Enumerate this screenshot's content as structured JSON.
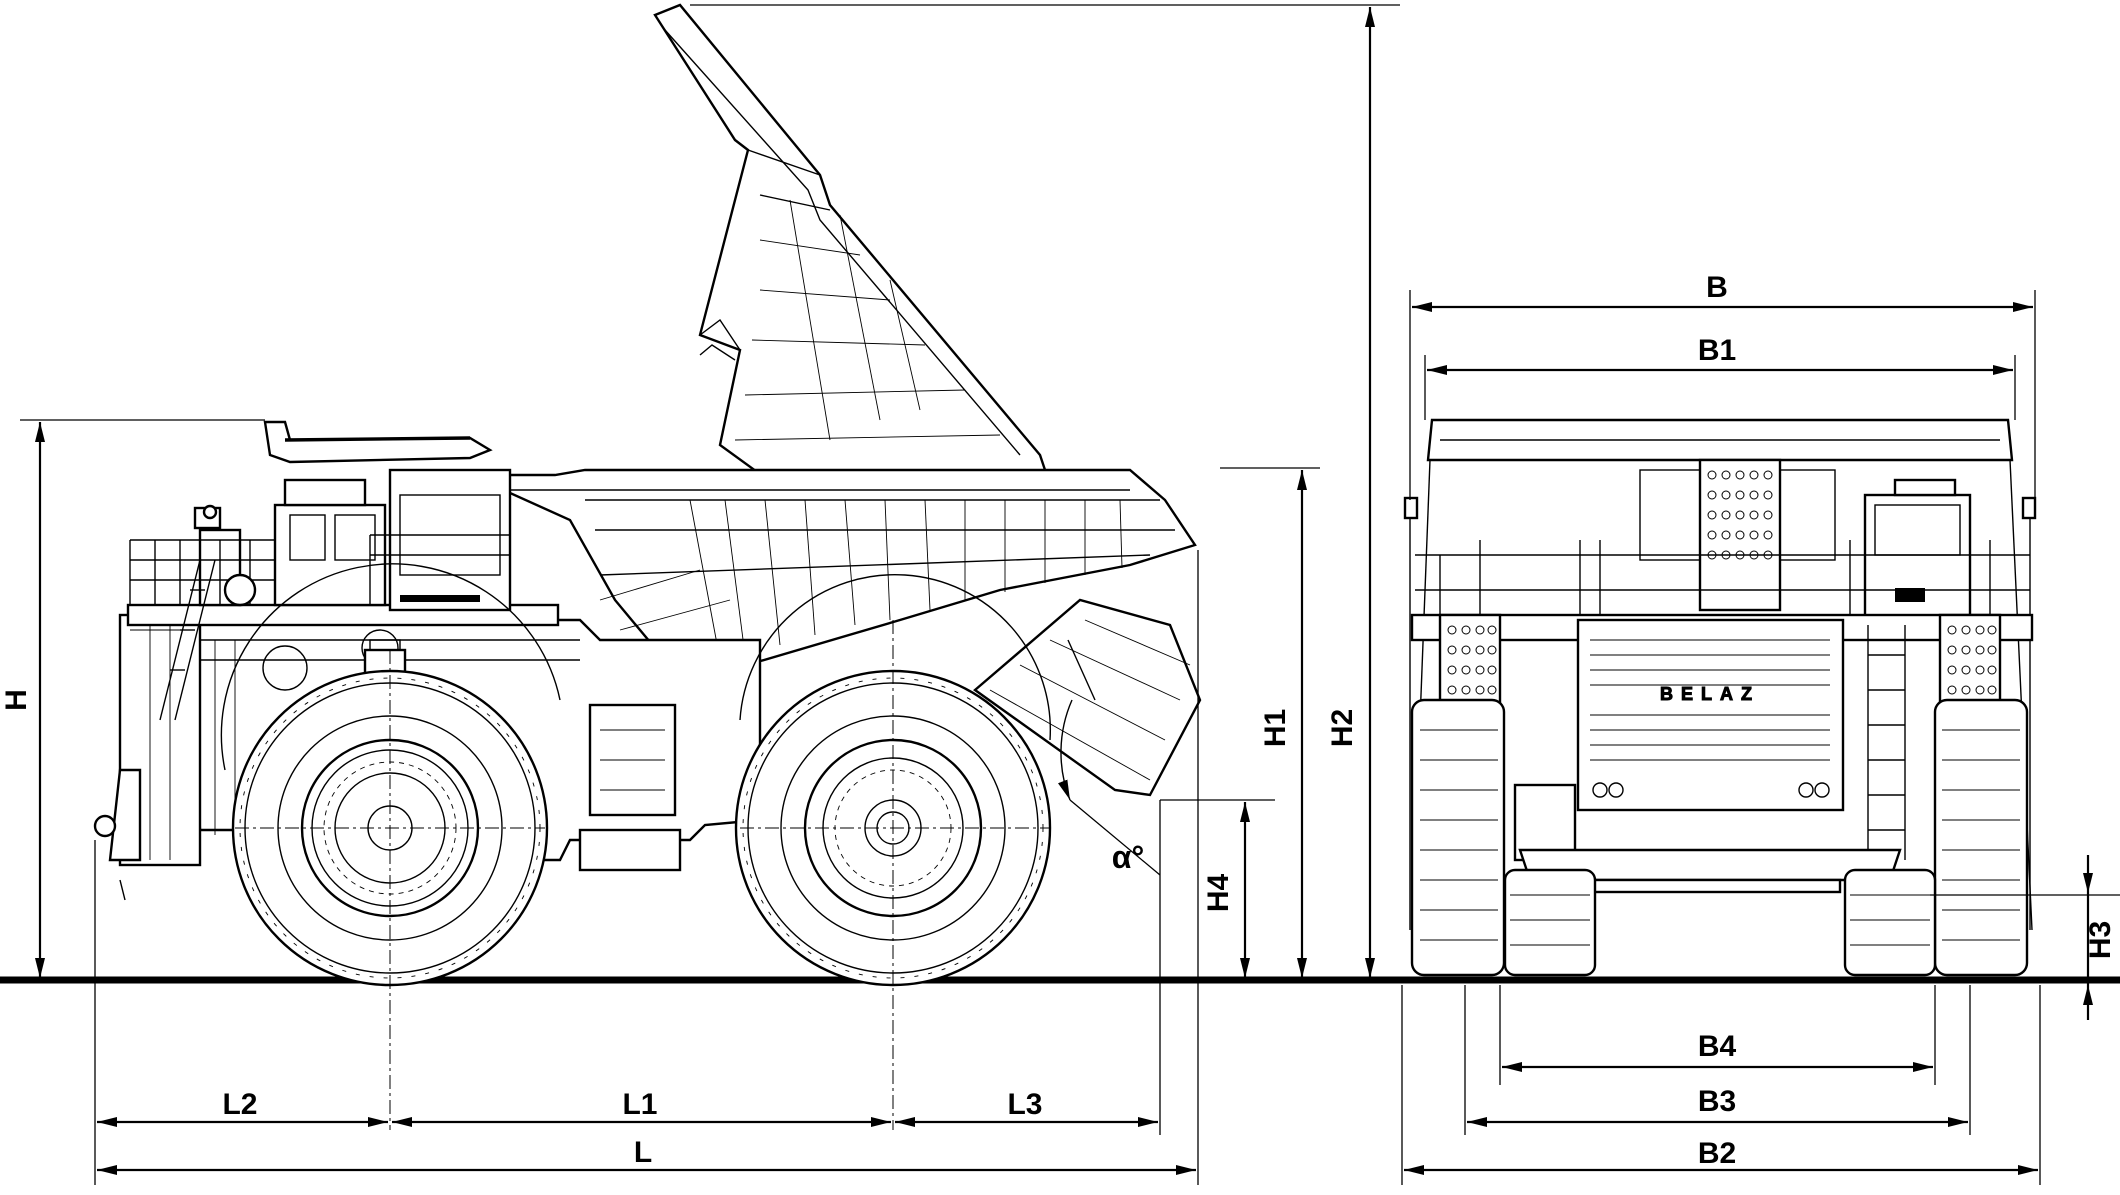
{
  "labels": {
    "H": "H",
    "H1": "H1",
    "H2": "H2",
    "H3": "H3",
    "H4": "H4",
    "L": "L",
    "L1": "L1",
    "L2": "L2",
    "L3": "L3",
    "B": "B",
    "B1": "B1",
    "B2": "B2",
    "B3": "B3",
    "B4": "B4",
    "alpha": "α°"
  },
  "brand_plate": "BELAZ"
}
